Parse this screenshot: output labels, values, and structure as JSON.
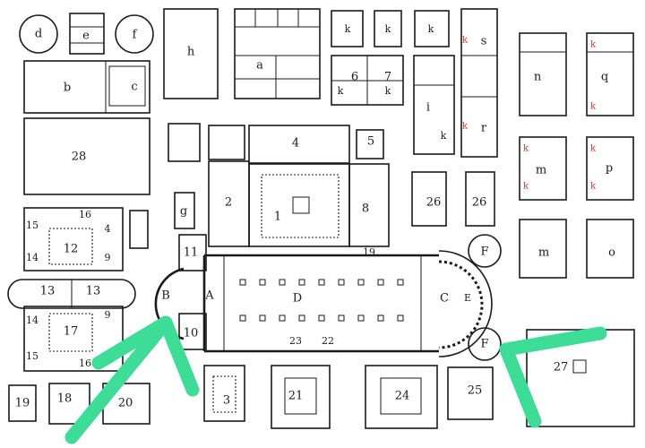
{
  "labels": {
    "d": "d",
    "e": "e",
    "f": "f",
    "h": "h",
    "a": "a",
    "b": "b",
    "c": "c",
    "k": "k",
    "s": "s",
    "n": "n",
    "q": "q",
    "i": "i",
    "r": "r",
    "m": "m",
    "p": "p",
    "o": "o",
    "g": "g",
    "n28": "28",
    "n4": "4",
    "n5": "5",
    "n6": "6",
    "n7": "7",
    "n2": "2",
    "n1": "1",
    "n8": "8",
    "n26": "26",
    "n16": "16",
    "n15": "15",
    "n12": "12",
    "n9": "9",
    "n14": "14",
    "n13": "13",
    "n17": "17",
    "n11": "11",
    "n10": "10",
    "n19": "19",
    "n18": "18",
    "n20": "20",
    "n3": "3",
    "n21": "21",
    "n23": "23",
    "n22": "22",
    "n24": "24",
    "n25": "25",
    "n27": "27",
    "A": "A",
    "B": "B",
    "C": "C",
    "D": "D",
    "E": "E",
    "F": "F"
  },
  "colors": {
    "ink": "#1a1a1a",
    "accent_red": "#c0392b",
    "arrow_green": "#3ddc97"
  },
  "annotations": [
    {
      "name": "arrow-left",
      "points_to": "B"
    },
    {
      "name": "arrow-right",
      "points_to": "F"
    }
  ]
}
